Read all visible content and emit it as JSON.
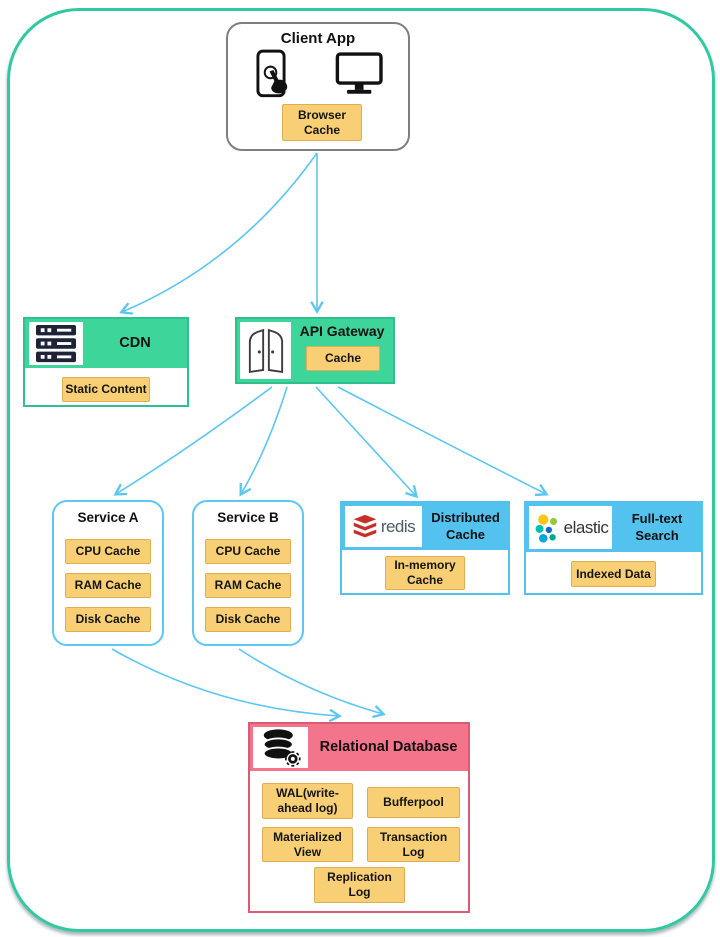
{
  "colors": {
    "outer_border": "#32c8a2",
    "green": "#3ed59b",
    "blue": "#54c2ee",
    "pink": "#f4758b",
    "pink_border": "#dd5a74",
    "yellow": "#f8cf74",
    "yellow_border": "#dfae52",
    "arrow": "#5bc6f1",
    "service_border": "#5ec7f2",
    "client_border": "#7f7f7f"
  },
  "nodes": {
    "client_app": {
      "title": "Client App",
      "badge": "Browser Cache"
    },
    "cdn": {
      "title": "CDN",
      "badge": "Static Content"
    },
    "api_gateway": {
      "title": "API Gateway",
      "badge": "Cache"
    },
    "service_a": {
      "title": "Service A",
      "badges": [
        "CPU Cache",
        "RAM Cache",
        "Disk Cache"
      ]
    },
    "service_b": {
      "title": "Service B",
      "badges": [
        "CPU Cache",
        "RAM Cache",
        "Disk Cache"
      ]
    },
    "distributed_cache": {
      "logo": "redis",
      "title": "Distributed Cache",
      "badge": "In-memory Cache"
    },
    "fulltext_search": {
      "logo": "elastic",
      "title": "Full-text Search",
      "badge": "Indexed Data"
    },
    "relational_database": {
      "title": "Relational Database",
      "badges": [
        "WAL(write-ahead log)",
        "Bufferpool",
        "Materialized View",
        "Transaction Log",
        "Replication Log"
      ]
    }
  }
}
